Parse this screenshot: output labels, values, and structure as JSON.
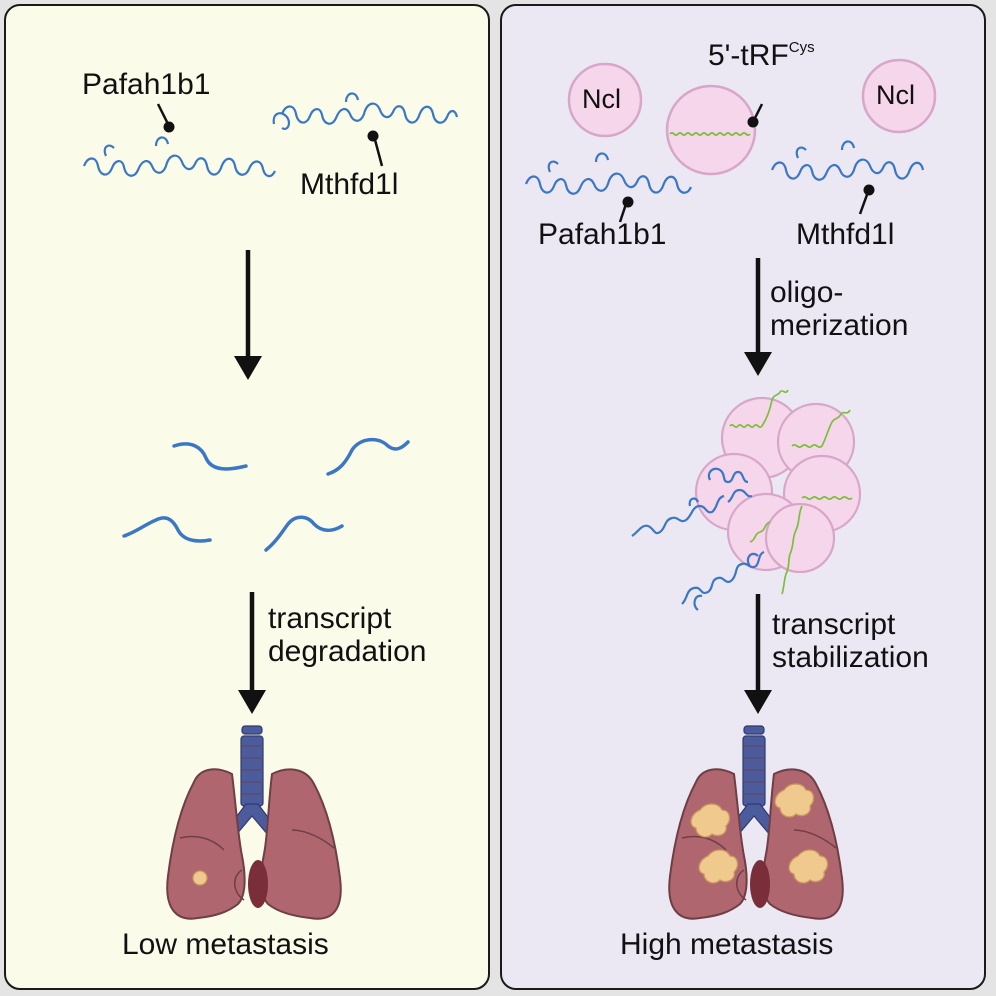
{
  "left_panel": {
    "genes": [
      "Pafah1b1",
      "Mthfd1l"
    ],
    "step_label": [
      "transcript",
      "degradation"
    ],
    "outcome": "Low metastasis"
  },
  "right_panel": {
    "ncl_label": "Ncl",
    "trf_label": "5'-tRF",
    "trf_superscript": "Cys",
    "genes": [
      "Pafah1b1",
      "Mthfd1l"
    ],
    "oligomerization_label": [
      "oligo-",
      "merization"
    ],
    "step_label": [
      "transcript",
      "stabilization"
    ],
    "outcome": "High metastasis"
  },
  "colors": {
    "left_bg": "#fbfbe9",
    "right_bg": "#ebe8f4",
    "mrna": "#3a77c4",
    "trf": "#7bbf3a",
    "ncl_fill": "#f5d6ea",
    "ncl_stroke": "#d7a6c9",
    "lung": "#b0666f",
    "trachea": "#4b5b9c",
    "tumor": "#f0c98f"
  }
}
